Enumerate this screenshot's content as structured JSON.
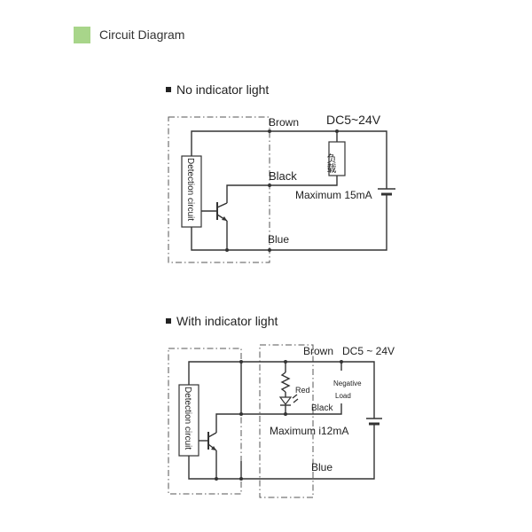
{
  "header": {
    "title": "Circuit Diagram",
    "accent": "#a8d58a"
  },
  "diagram1": {
    "title": "No indicator light",
    "detection": "Detection circuit",
    "brown": "Brown",
    "supply": "DC5~24V",
    "load": "负载",
    "black": "Black",
    "max_current": "Maximum 15mA",
    "blue": "Blue"
  },
  "diagram2": {
    "title": "With indicator light",
    "detection": "Detection circuit",
    "brown": "Brown",
    "supply": "DC5 ~ 24V",
    "red": "Red",
    "negative": "Negative",
    "load": "Load",
    "black": "Black",
    "max_current": "Maximum i12mA",
    "blue": "Blue"
  }
}
